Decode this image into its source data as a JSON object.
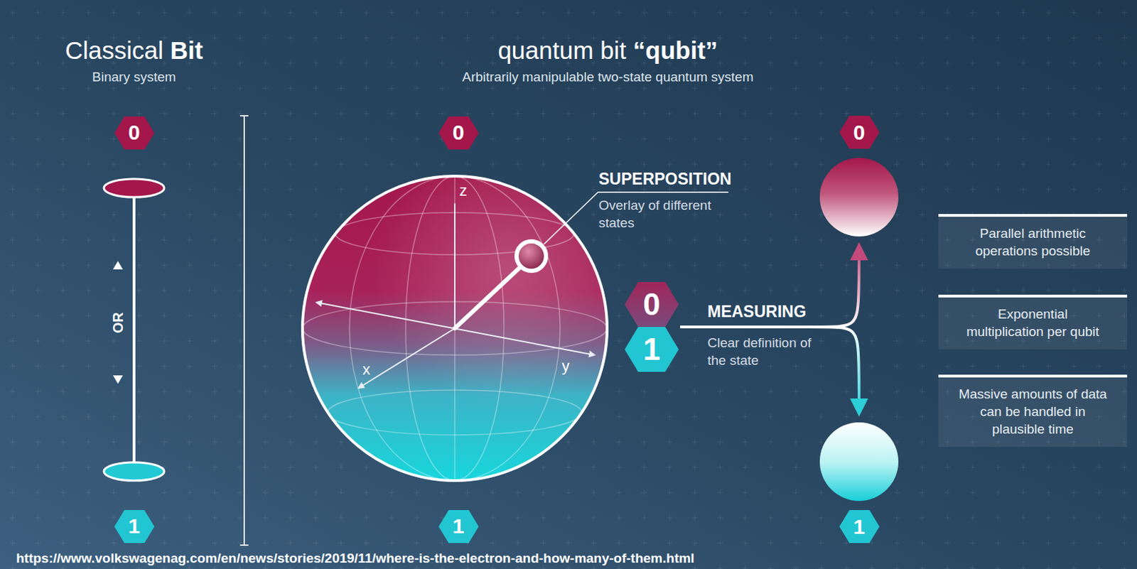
{
  "diagram": {
    "nodes": [
      {
        "text": [
          "0"
        ]
      },
      {
        "text": [
          "0"
        ]
      },
      {
        "text": [
          "0"
        ]
      },
      {
        "text": [
          "0",
          "1"
        ]
      },
      {
        "text": [
          "Parallel arithmetic operations possible"
        ]
      },
      {
        "text": [
          "Exponential multiplication per qubit"
        ]
      },
      {
        "text": [
          "Massive amounts of data can be handled in plausible time"
        ]
      },
      {
        "text": [
          "1"
        ]
      },
      {
        "text": [
          "1"
        ]
      },
      {
        "text": [
          "1"
        ]
      }
    ],
    "edges": [
      {
        "from": 3,
        "to": 2,
        "arrow": "to"
      },
      {
        "from": 3,
        "to": 9,
        "arrow": "to"
      }
    ],
    "labels": [
      "Classical",
      "Bit",
      "Binary system",
      "quantum bit",
      "“qubit”",
      "Arbitrarily manipulable two-state quantum system",
      "OR",
      "z",
      "x",
      "y",
      "SUPERPOSITION",
      "Overlay of different states",
      "MEASURING",
      "Clear definition of the state",
      "https://www.volkswagenag.com/en/news/stories/2019/11/where-is-the-electron-and-how-many-of-them.html"
    ]
  }
}
